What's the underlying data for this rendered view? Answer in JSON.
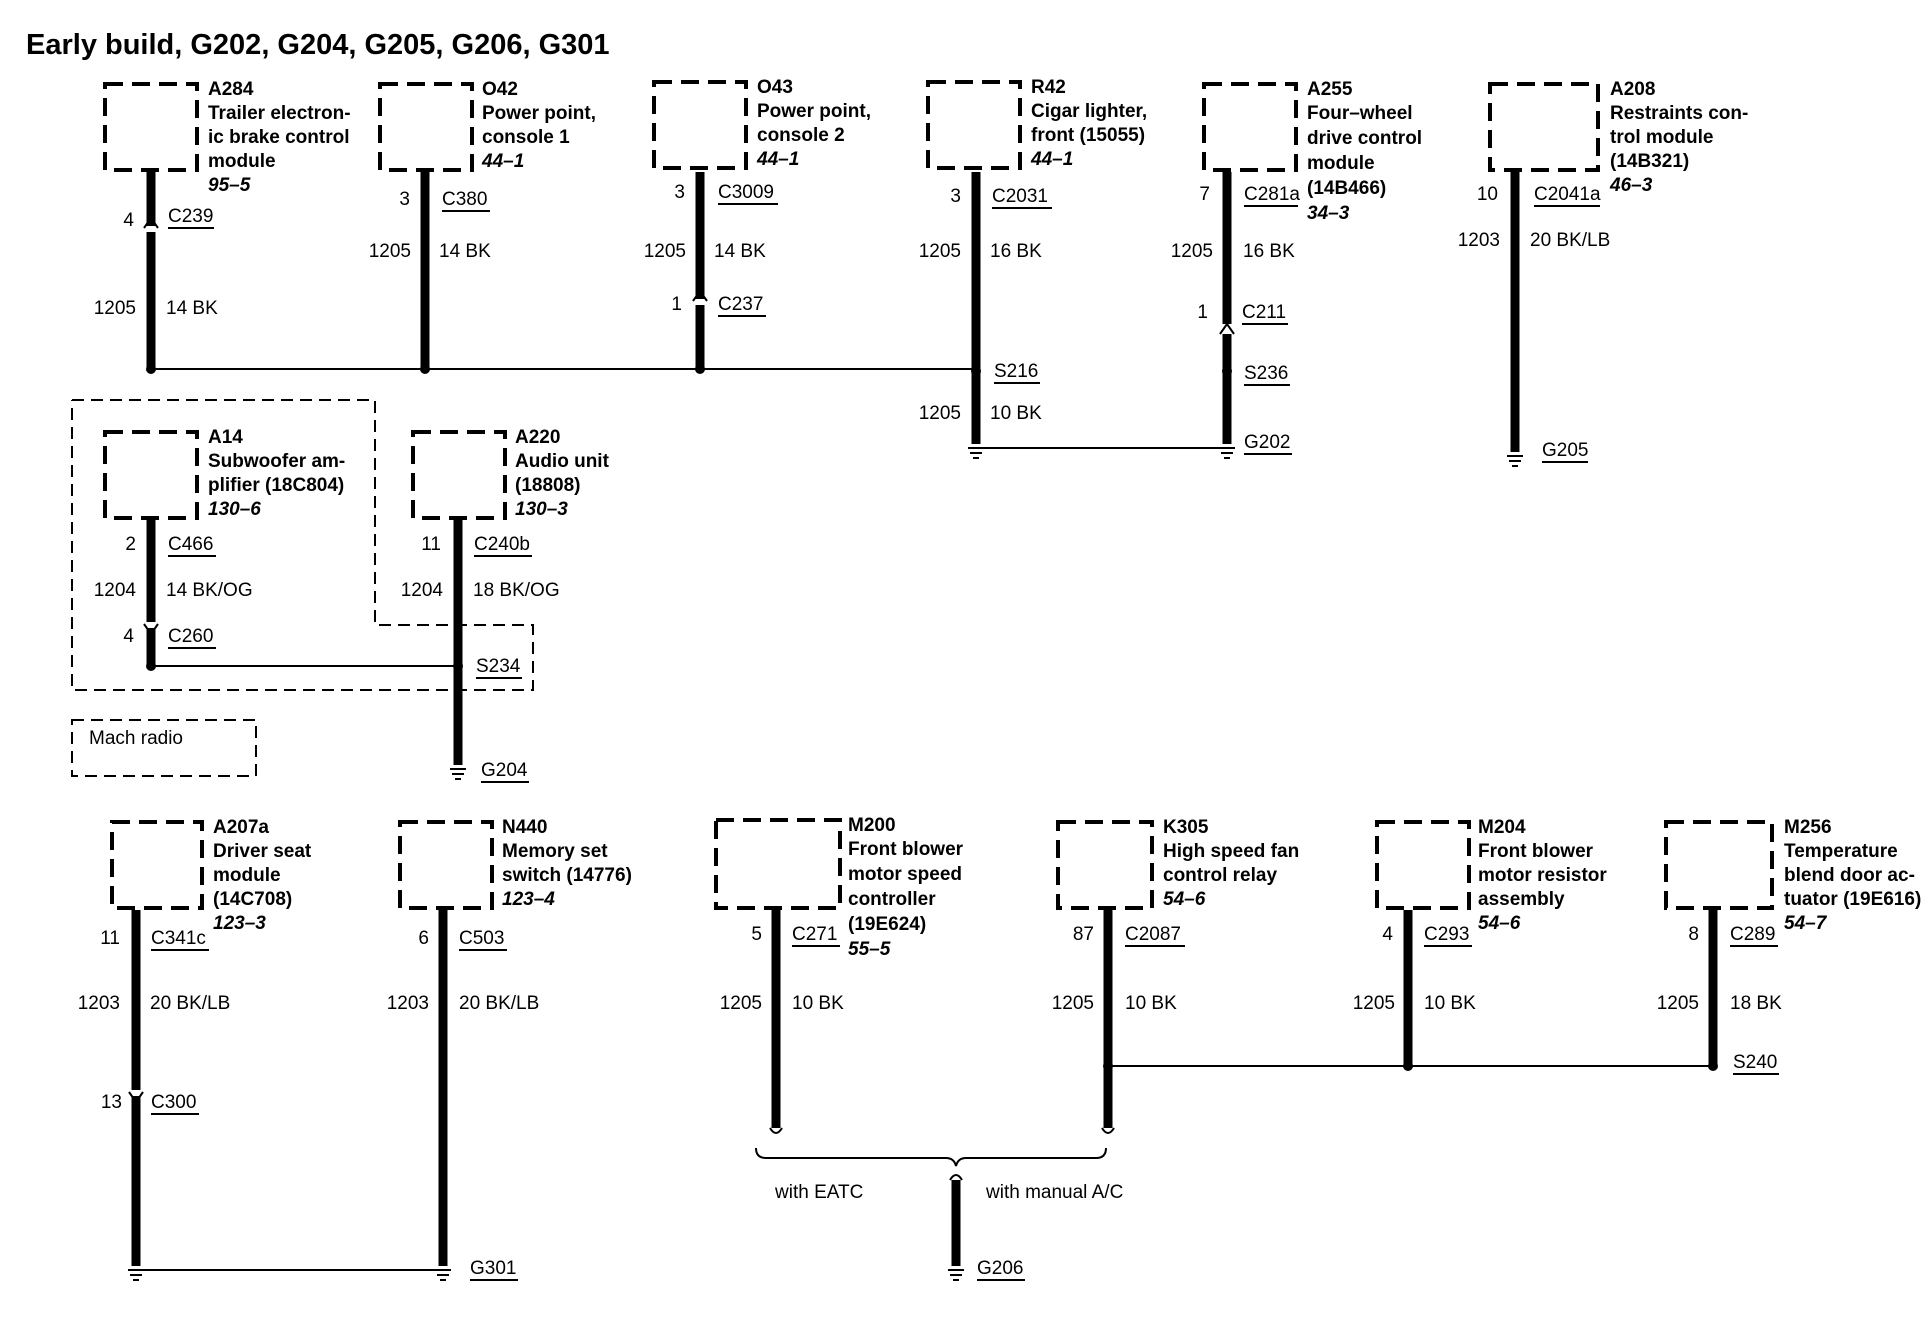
{
  "title": "Early build, G202, G204, G205, G206, G301",
  "components": [
    {
      "id": "A284",
      "lines": [
        "Trailer electron-",
        "ic brake control",
        "module"
      ],
      "ref": "95–5"
    },
    {
      "id": "O42",
      "lines": [
        "Power point,",
        "console 1"
      ],
      "ref": "44–1"
    },
    {
      "id": "O43",
      "lines": [
        "Power point,",
        "console 2"
      ],
      "ref": "44–1"
    },
    {
      "id": "R42",
      "lines": [
        "Cigar lighter,",
        "front (15055)"
      ],
      "ref": "44–1"
    },
    {
      "id": "A255",
      "lines": [
        "Four–wheel",
        "drive control",
        "module",
        "(14B466)"
      ],
      "ref": "34–3"
    },
    {
      "id": "A208",
      "lines": [
        "Restraints con-",
        "trol module",
        "(14B321)"
      ],
      "ref": "46–3"
    },
    {
      "id": "A14",
      "lines": [
        "Subwoofer am-",
        "plifier (18C804)"
      ],
      "ref": "130–6"
    },
    {
      "id": "A220",
      "lines": [
        "Audio unit",
        "(18808)"
      ],
      "ref": "130–3"
    },
    {
      "id": "A207a",
      "lines": [
        "Driver seat",
        "module",
        "(14C708)"
      ],
      "ref": "123–3"
    },
    {
      "id": "N440",
      "lines": [
        "Memory set",
        "switch (14776)"
      ],
      "ref": "123–4"
    },
    {
      "id": "M200",
      "lines": [
        "Front blower",
        "motor speed",
        "controller",
        "(19E624)"
      ],
      "ref": "55–5"
    },
    {
      "id": "K305",
      "lines": [
        "High speed fan",
        "control relay"
      ],
      "ref": "54–6"
    },
    {
      "id": "M204",
      "lines": [
        "Front blower",
        "motor resistor",
        "assembly"
      ],
      "ref": "54–6"
    },
    {
      "id": "M256",
      "lines": [
        "Temperature",
        "blend door ac-",
        "tuator (19E616)"
      ],
      "ref": "54–7"
    }
  ],
  "connectors": [
    {
      "pin": "4",
      "name": "C239"
    },
    {
      "pin": "3",
      "name": "C380"
    },
    {
      "pin": "3",
      "name": "C3009"
    },
    {
      "pin": "1",
      "name": "C237"
    },
    {
      "pin": "3",
      "name": "C2031"
    },
    {
      "pin": "7",
      "name": "C281a"
    },
    {
      "pin": "1",
      "name": "C211"
    },
    {
      "pin": "10",
      "name": "C2041a"
    },
    {
      "pin": "2",
      "name": "C466"
    },
    {
      "pin": "4",
      "name": "C260"
    },
    {
      "pin": "11",
      "name": "C240b"
    },
    {
      "pin": "11",
      "name": "C341c"
    },
    {
      "pin": "13",
      "name": "C300"
    },
    {
      "pin": "6",
      "name": "C503"
    },
    {
      "pin": "5",
      "name": "C271"
    },
    {
      "pin": "87",
      "name": "C2087"
    },
    {
      "pin": "4",
      "name": "C293"
    },
    {
      "pin": "8",
      "name": "C289"
    }
  ],
  "wires": [
    {
      "circuit": "1205",
      "gauge": "14 BK"
    },
    {
      "circuit": "1205",
      "gauge": "14 BK"
    },
    {
      "circuit": "1205",
      "gauge": "14 BK"
    },
    {
      "circuit": "1205",
      "gauge": "16 BK"
    },
    {
      "circuit": "1205",
      "gauge": "16 BK"
    },
    {
      "circuit": "1203",
      "gauge": "20 BK/LB"
    },
    {
      "circuit": "1205",
      "gauge": "10 BK"
    },
    {
      "circuit": "1204",
      "gauge": "14 BK/OG"
    },
    {
      "circuit": "1204",
      "gauge": "18 BK/OG"
    },
    {
      "circuit": "1203",
      "gauge": "20 BK/LB"
    },
    {
      "circuit": "1203",
      "gauge": "20 BK/LB"
    },
    {
      "circuit": "1205",
      "gauge": "10 BK"
    },
    {
      "circuit": "1205",
      "gauge": "10 BK"
    },
    {
      "circuit": "1205",
      "gauge": "10 BK"
    },
    {
      "circuit": "1205",
      "gauge": "18 BK"
    }
  ],
  "splices": [
    "S216",
    "S236",
    "S234",
    "S240"
  ],
  "grounds": [
    "G202",
    "G205",
    "G204",
    "G301",
    "G206"
  ],
  "notes": {
    "option_box": "Mach radio",
    "with_eatc": "with EATC",
    "with_manual_ac": "with manual A/C"
  }
}
